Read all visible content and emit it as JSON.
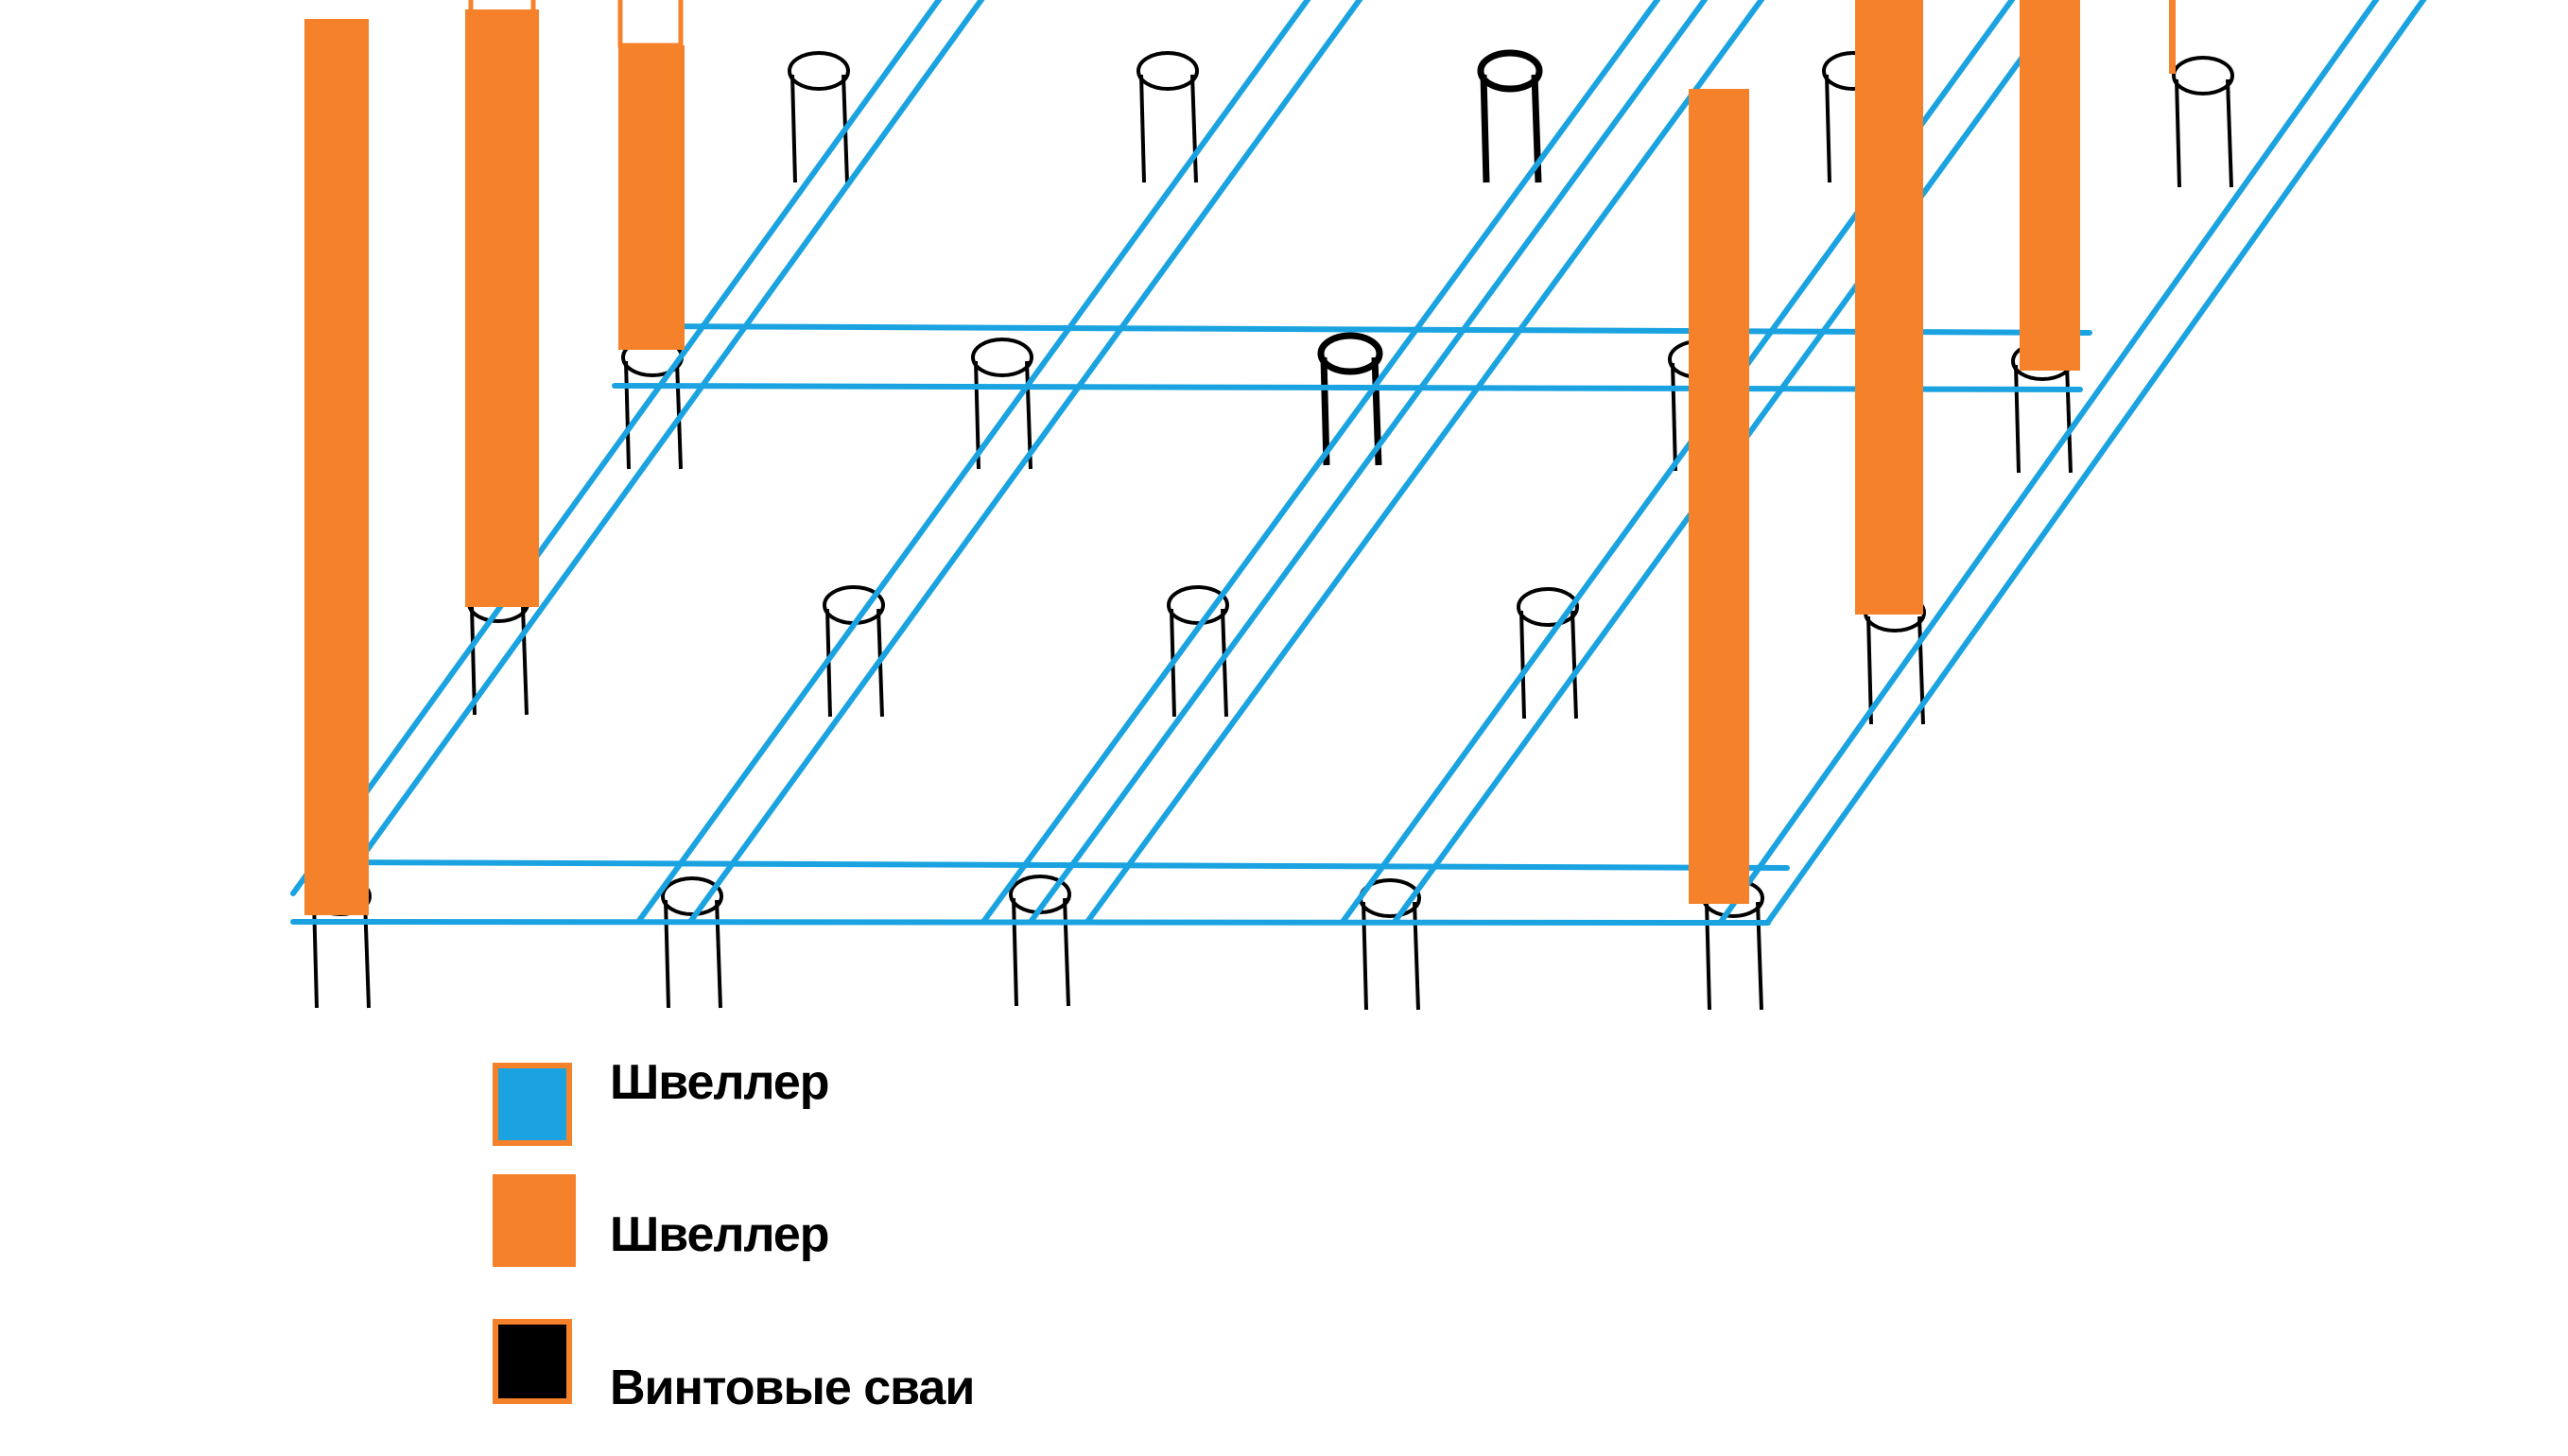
{
  "colors": {
    "background": "#ffffff",
    "channel_blue": "#1aa3e0",
    "channel_orange": "#f5822a",
    "pile_black": "#000000"
  },
  "legend": [
    {
      "id": "legend-blue",
      "swatch_color": "#1aa3e0",
      "border_color": "#f5822a",
      "label": "Швеллер"
    },
    {
      "id": "legend-orange",
      "swatch_color": "#f5822a",
      "border_color": "#f5822a",
      "label": "Швеллер"
    },
    {
      "id": "legend-black",
      "swatch_color": "#000000",
      "border_color": "#f5822a",
      "label": "Винтовые сваи"
    }
  ]
}
